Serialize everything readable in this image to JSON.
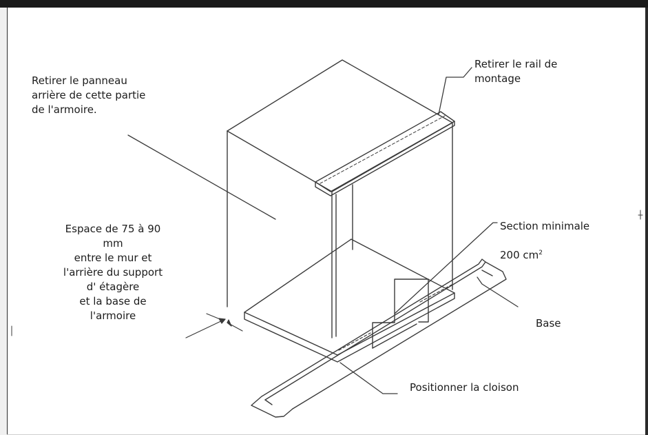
{
  "diagram": {
    "labels": {
      "remove_panel": "Retirer le panneau\narrière de cette partie\nde l'armoire.",
      "remove_rail": "Retirer le rail de\nmontage",
      "min_section_line1": "Section minimale",
      "min_section_value": "200 cm",
      "min_section_sup": "2",
      "space": "Espace de 75 à 90\nmm\nentre le mur et\nl'arrière du support\nd' étagère\net la base de\nl'armoire",
      "base": "Base",
      "position_partition": "Positionner la cloison"
    }
  },
  "colors": {
    "frame": "#1a1a1a",
    "line": "#3a3a3a",
    "text": "#1c1c1c"
  }
}
